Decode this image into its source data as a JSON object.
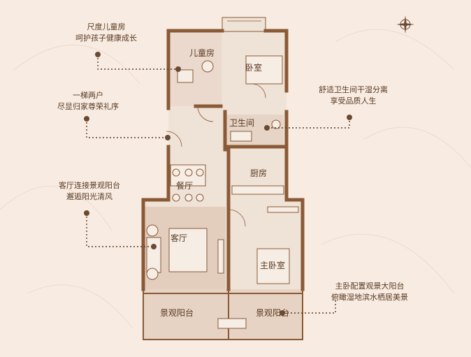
{
  "rooms": {
    "kids_room": "儿童房",
    "bedroom": "卧室",
    "bathroom": "卫生间",
    "kitchen": "厨房",
    "dining": "餐厅",
    "living": "客厅",
    "master_bedroom": "主卧室",
    "balcony_left": "景观阳台",
    "balcony_right": "景观阳台"
  },
  "annotations": {
    "kids": {
      "line1": "尺度儿童房",
      "line2": "呵护孩子健康成长"
    },
    "entry": {
      "line1": "一梯两户",
      "line2": "尽显归家尊荣礼序"
    },
    "bath": {
      "line1": "舒适卫生间干湿分离",
      "line2": "享受品质人生"
    },
    "living": {
      "line1": "客厅连接景观阳台",
      "line2": "邂逅阳光清风"
    },
    "master": {
      "line1": "主卧配置观景大阳台",
      "line2": "俯瞰湿地滨水栖居美景"
    }
  },
  "colors": {
    "background": "#f8ece2",
    "wall": "#8a5a36",
    "floor": "#efe2d6",
    "balcony": "#e7d3c4",
    "accent": "#5a3a22"
  },
  "icons": [
    "compass-icon",
    "annotation-dot-icon"
  ]
}
